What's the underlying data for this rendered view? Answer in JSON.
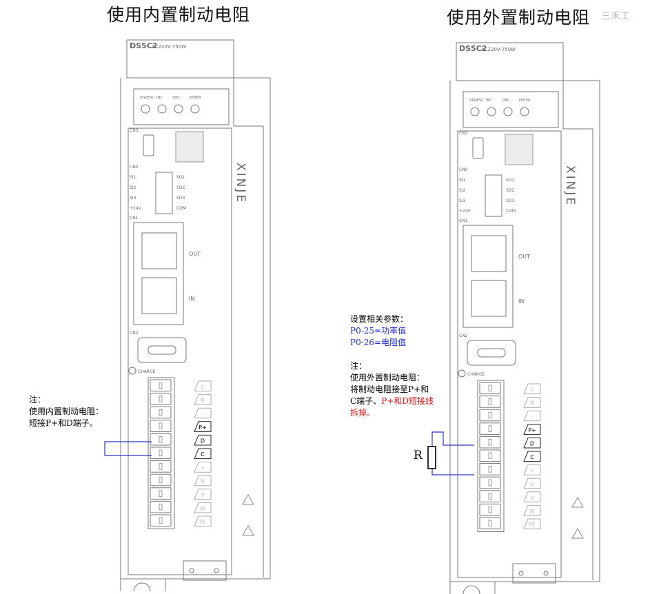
{
  "titles": {
    "internal": "使用内置制动电阻",
    "external": "使用外置制动电阻"
  },
  "watermark": "三禾工",
  "device": {
    "model": "DS5C2",
    "rating": "AC220V-750W",
    "brand": "XINJE",
    "buttons": [
      "STA/ESC",
      "INC",
      "DEC",
      "ENTER"
    ],
    "cn3": "CN3",
    "cn0": "CN0",
    "cn1": "CN1",
    "cn2": "CN2",
    "io_left": [
      "SI1",
      "SI2",
      "SI3",
      "+24V"
    ],
    "io_right": [
      "SO1",
      "SO2",
      "SO3",
      "COM"
    ],
    "port_out": "OUT",
    "port_in": "IN",
    "charge": "CHARGE",
    "terminals": [
      "L",
      "N",
      "-",
      "P+",
      "D",
      "C",
      "+",
      "U",
      "V",
      "W",
      "PE"
    ]
  },
  "note_left": {
    "line1": "注：",
    "line2": "使用内置制动电阻：",
    "line3": "短接P+和D端子。"
  },
  "note_right": {
    "params_title": "设置相关参数：",
    "param1": "P0-25=功率值",
    "param2": "P0-26=电阻值",
    "line1": "注：",
    "line2": "使用外置制动电阻：",
    "line3": "将制动电阻接至P+和",
    "line4a": "C端子、",
    "line4b": "P+和D短接线",
    "line5": "拆掉。"
  },
  "resistor_label": "R",
  "colors": {
    "wire": "#2b33c9",
    "blue_text": "#1a2ad8",
    "red_text": "#e01010",
    "outline": "#777777"
  }
}
